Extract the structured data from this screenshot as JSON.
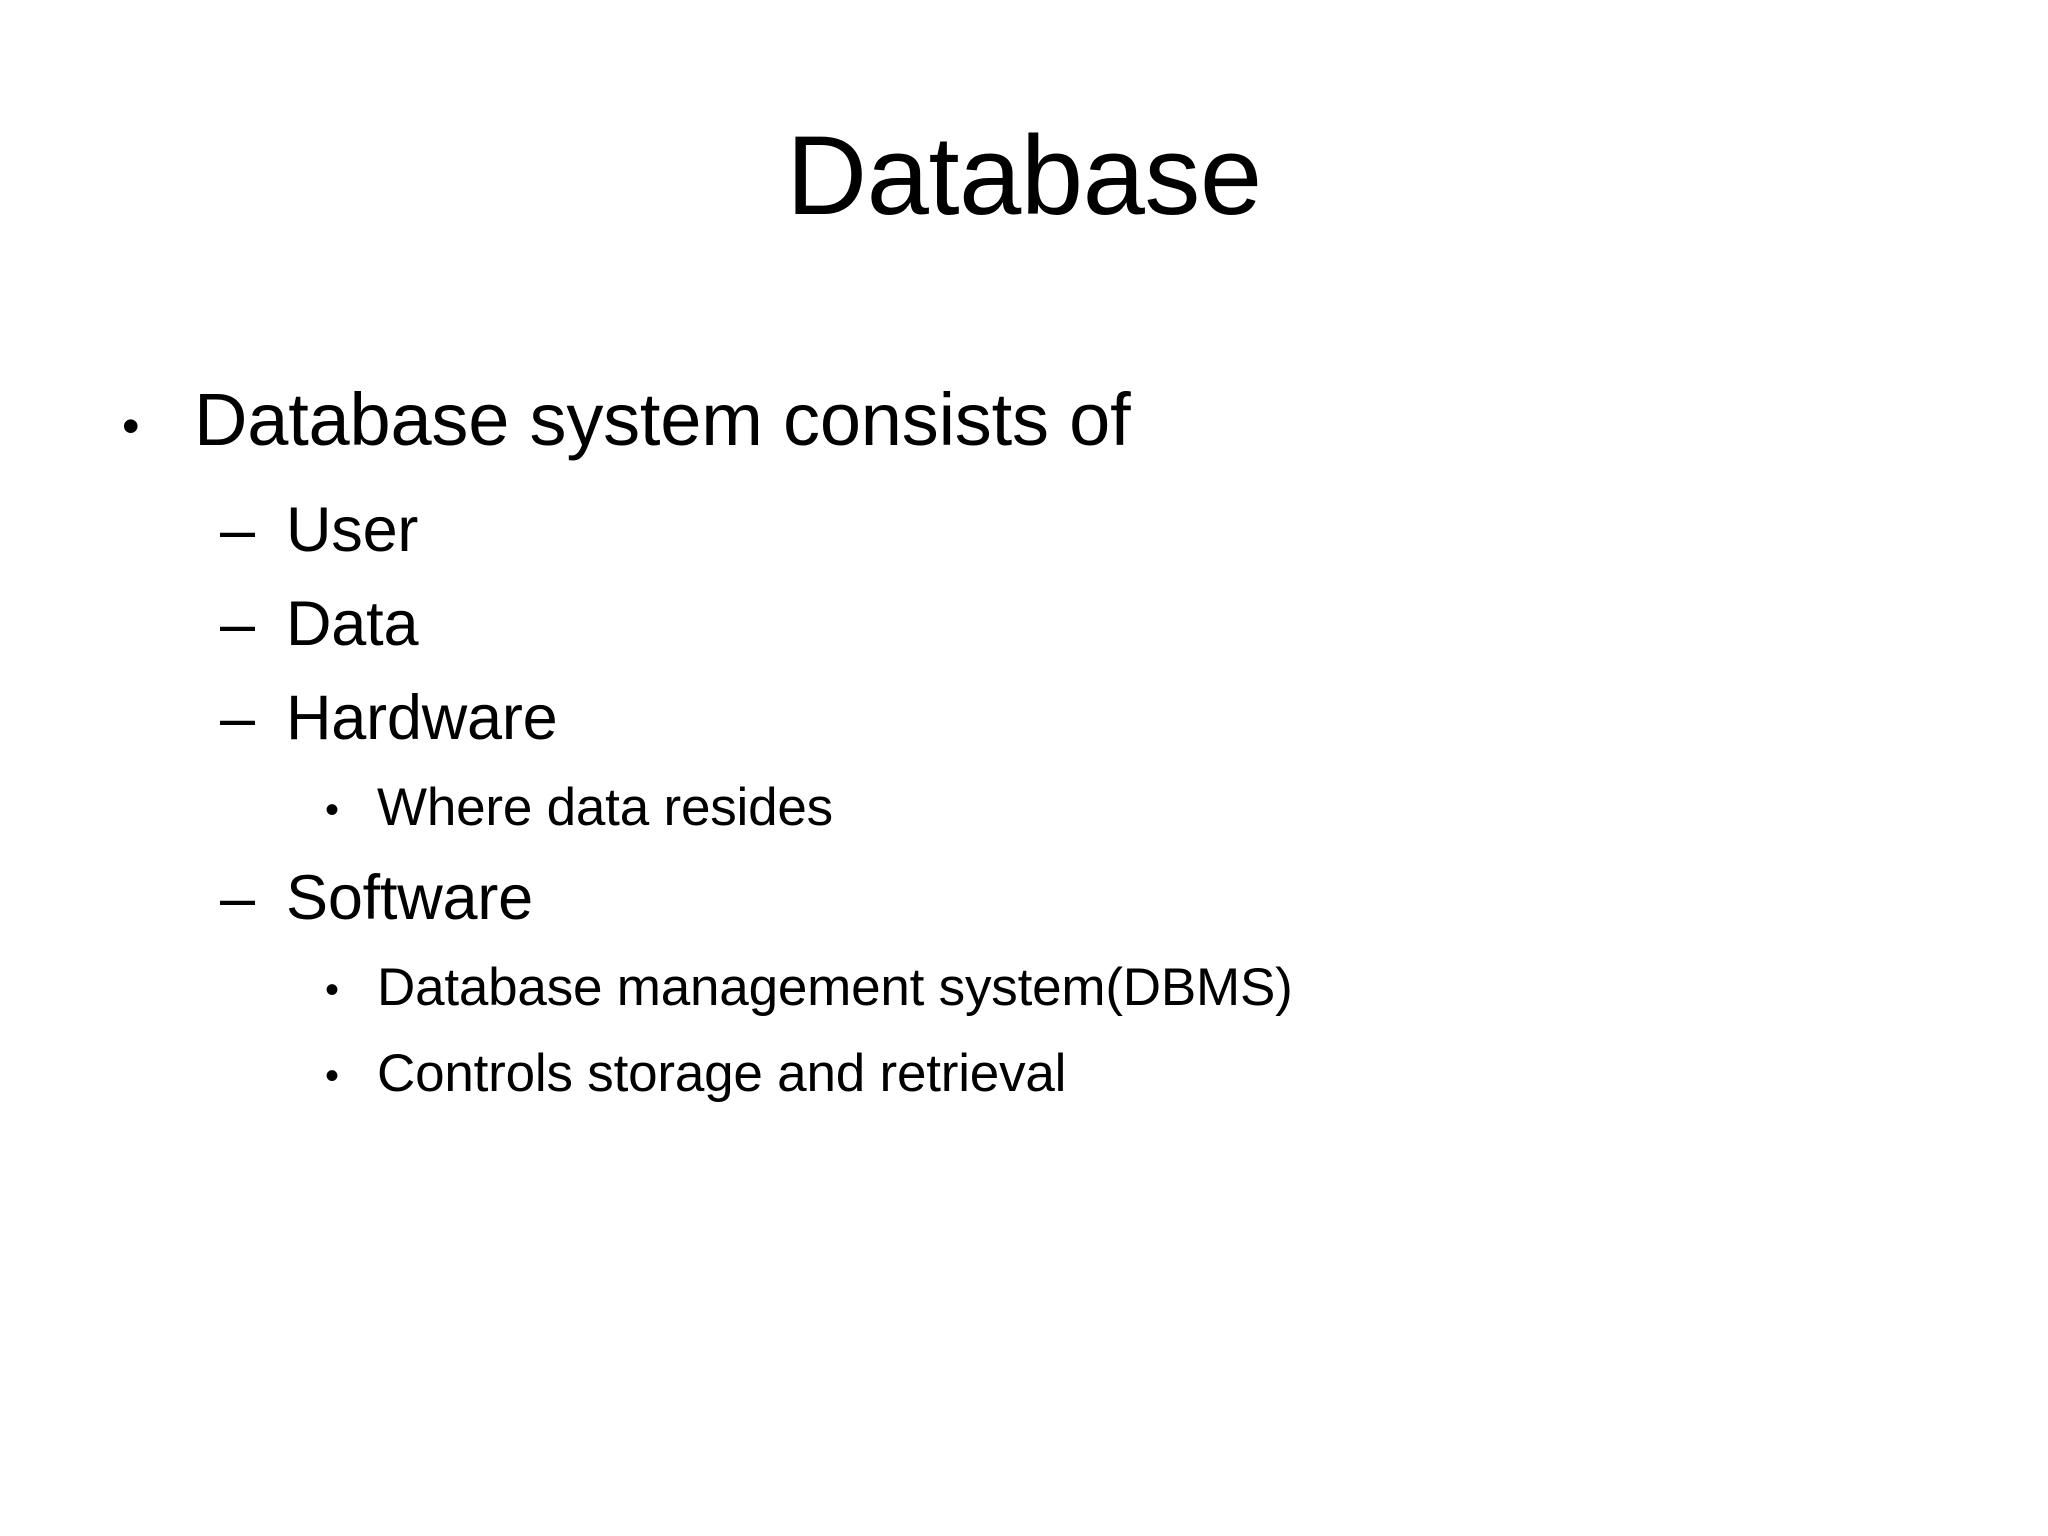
{
  "slide": {
    "title": "Database",
    "background_color": "#ffffff",
    "text_color": "#000000",
    "markers": {
      "level1": "•",
      "level2": "–",
      "level3": "•"
    },
    "content": [
      {
        "level": 1,
        "text": "Database system consists of"
      },
      {
        "level": 2,
        "text": "User"
      },
      {
        "level": 2,
        "text": "Data"
      },
      {
        "level": 2,
        "text": "Hardware"
      },
      {
        "level": 3,
        "text": "Where data resides"
      },
      {
        "level": 2,
        "text": "Software"
      },
      {
        "level": 3,
        "text": "Database management system(DBMS)"
      },
      {
        "level": 3,
        "text": "Controls storage and retrieval"
      }
    ]
  }
}
